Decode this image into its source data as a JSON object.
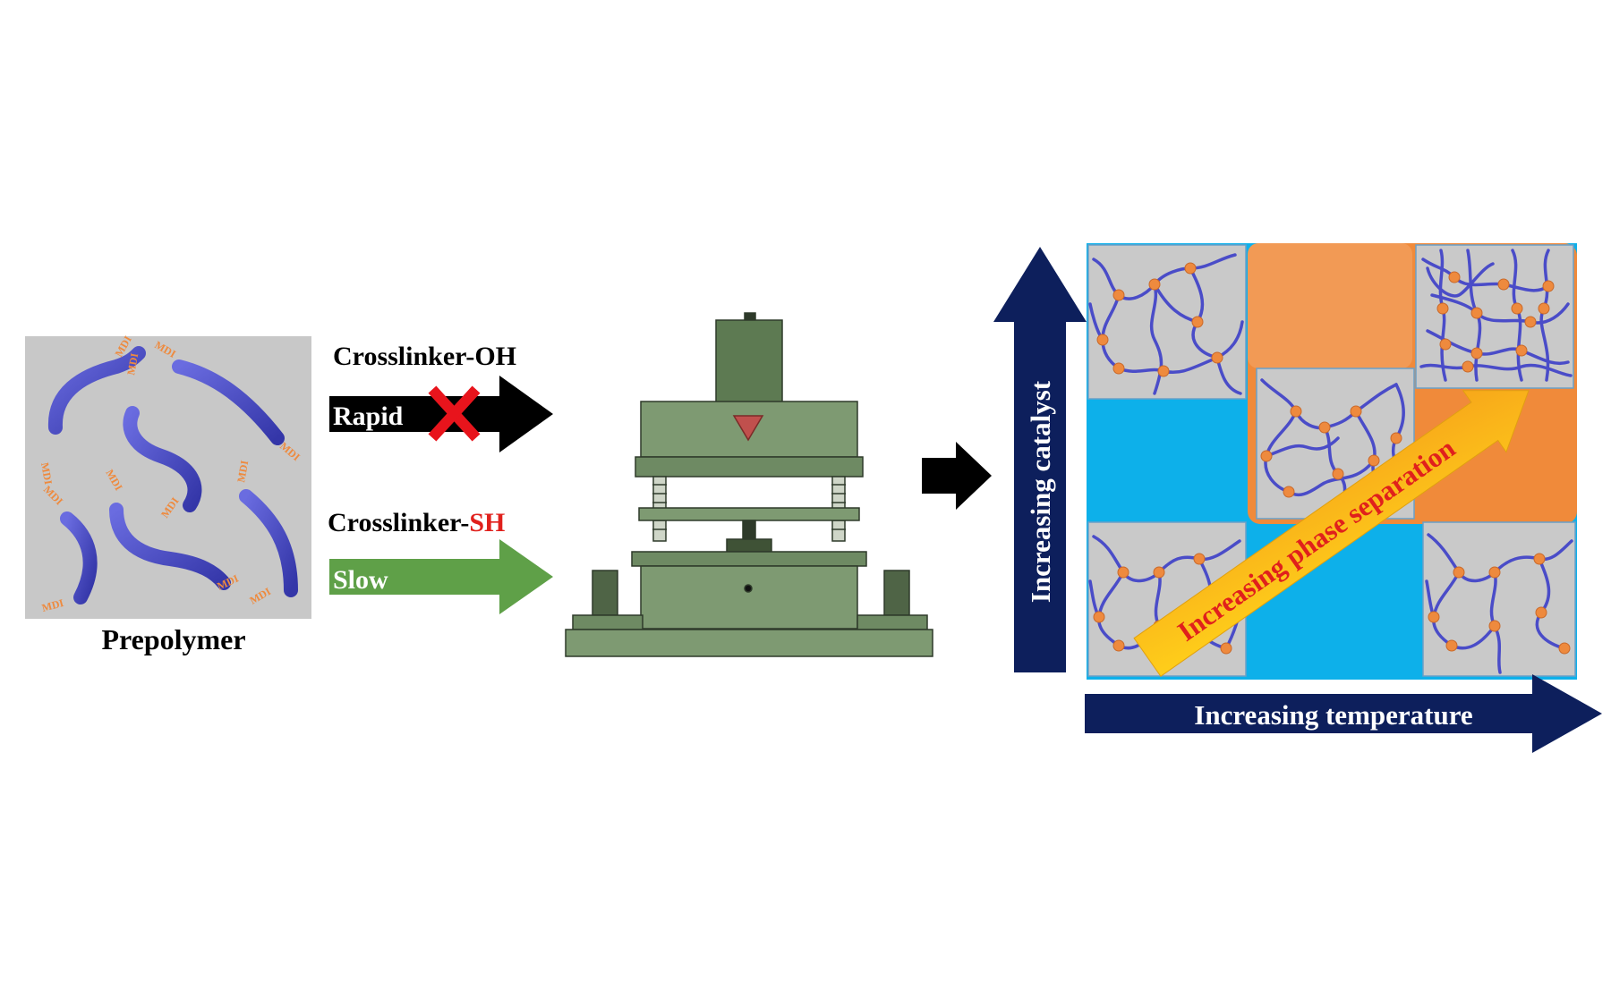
{
  "prepolymer": {
    "caption": "Prepolymer",
    "end_group_label": "MDI"
  },
  "routes": [
    {
      "title_text": "Crosslinker-",
      "title_suffix": "OH",
      "title_suffix_color": "#000000",
      "rate_label": "Rapid",
      "arrow_color": "#000000",
      "blocked": true
    },
    {
      "title_text": "Crosslinker-",
      "title_suffix": "SH",
      "title_suffix_color": "#e0201c",
      "rate_label": "Slow",
      "arrow_color": "#5fa048",
      "blocked": false
    }
  ],
  "result_grid": {
    "y_axis_label": "Increasing catalyst",
    "x_axis_label": "Increasing temperature",
    "diagonal_label": "Increasing phase separation",
    "highlight_color": "#f08a3a",
    "background_color": "#0db0ea",
    "axis_color": "#0d1f5c",
    "diagonal_label_color": "#e0201c"
  },
  "colors": {
    "chain": "#4a4cc8",
    "crosslink_node": "#ee8a3e",
    "press_body": "#7e9a72",
    "press_dark": "#4f6446",
    "press_indicator": "#c0504d",
    "cross_mark": "#e8141c"
  }
}
